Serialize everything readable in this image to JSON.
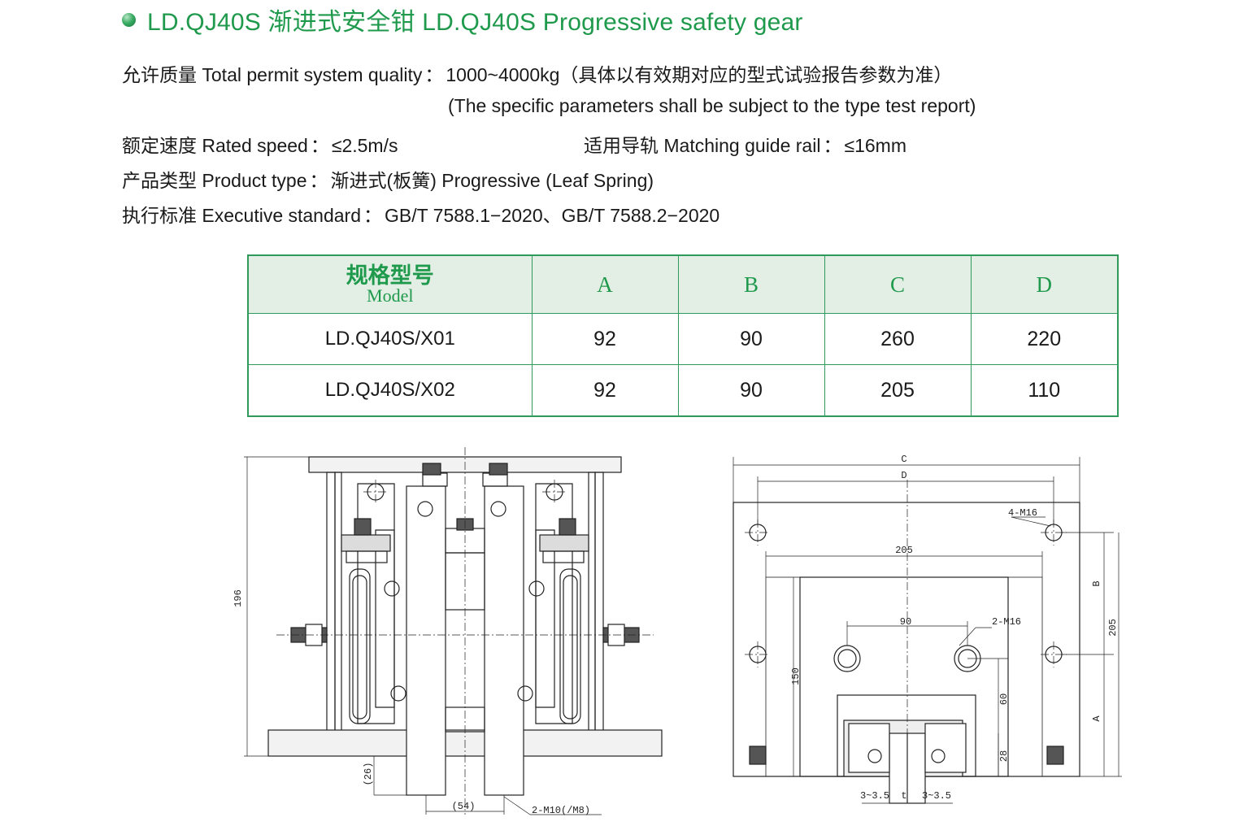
{
  "heading": {
    "title": "LD.QJ40S 渐进式安全钳 LD.QJ40S Progressive safety gear",
    "accent_color": "#1f9a4c"
  },
  "specs": {
    "quality_label": "允许质量 Total permit system quality",
    "quality_value": "1000~4000kg（具体以有效期对应的型式试验报告参数为准）",
    "quality_note": "(The specific parameters shall be subject to the type test report)",
    "speed_label": "额定速度 Rated speed",
    "speed_value": "≤2.5m/s",
    "rail_label": "适用导轨 Matching guide rail",
    "rail_value": "≤16mm",
    "type_label": "产品类型 Product type",
    "type_value": "渐进式(板簧) Progressive (Leaf Spring)",
    "standard_label": "执行标准 Executive standard",
    "standard_value": "GB/T 7588.1−2020、GB/T 7588.2−2020",
    "separator": "："
  },
  "table": {
    "header_model_cn": "规格型号",
    "header_model_en": "Model",
    "columns": [
      "A",
      "B",
      "C",
      "D"
    ],
    "rows": [
      {
        "model": "LD.QJ40S/X01",
        "values": [
          "92",
          "90",
          "260",
          "220"
        ]
      },
      {
        "model": "LD.QJ40S/X02",
        "values": [
          "92",
          "90",
          "205",
          "110"
        ]
      }
    ]
  },
  "drawing_left": {
    "dim_height": "196",
    "dim_26": "(26)",
    "dim_54": "(54)",
    "label_bolt": "2-M10(/M8)"
  },
  "drawing_right": {
    "dim_c": "C",
    "dim_d": "D",
    "label_holes": "4-M16",
    "dim_205_top": "205",
    "dim_b": "B",
    "dim_205_side": "205",
    "dim_90": "90",
    "label_bolts": "2-M16",
    "dim_150": "150",
    "dim_60": "60",
    "dim_a": "A",
    "dim_28": "28",
    "dim_gap_left": "3~3.5",
    "dim_t": "t",
    "dim_gap_right": "3~3.5"
  }
}
